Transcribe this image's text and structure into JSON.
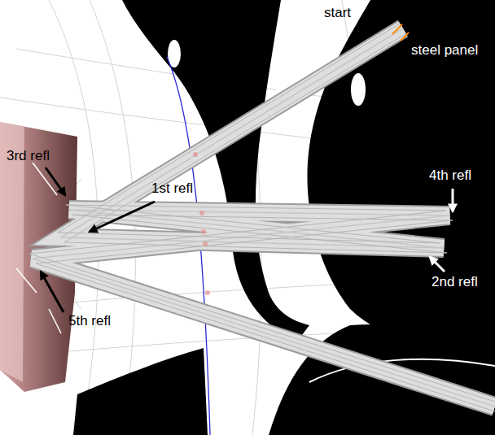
{
  "diagram": {
    "labels": [
      "start",
      "steel panel",
      "3rd refl",
      "1st refl",
      "4th refl",
      "2nd refl",
      "5th refl"
    ]
  }
}
